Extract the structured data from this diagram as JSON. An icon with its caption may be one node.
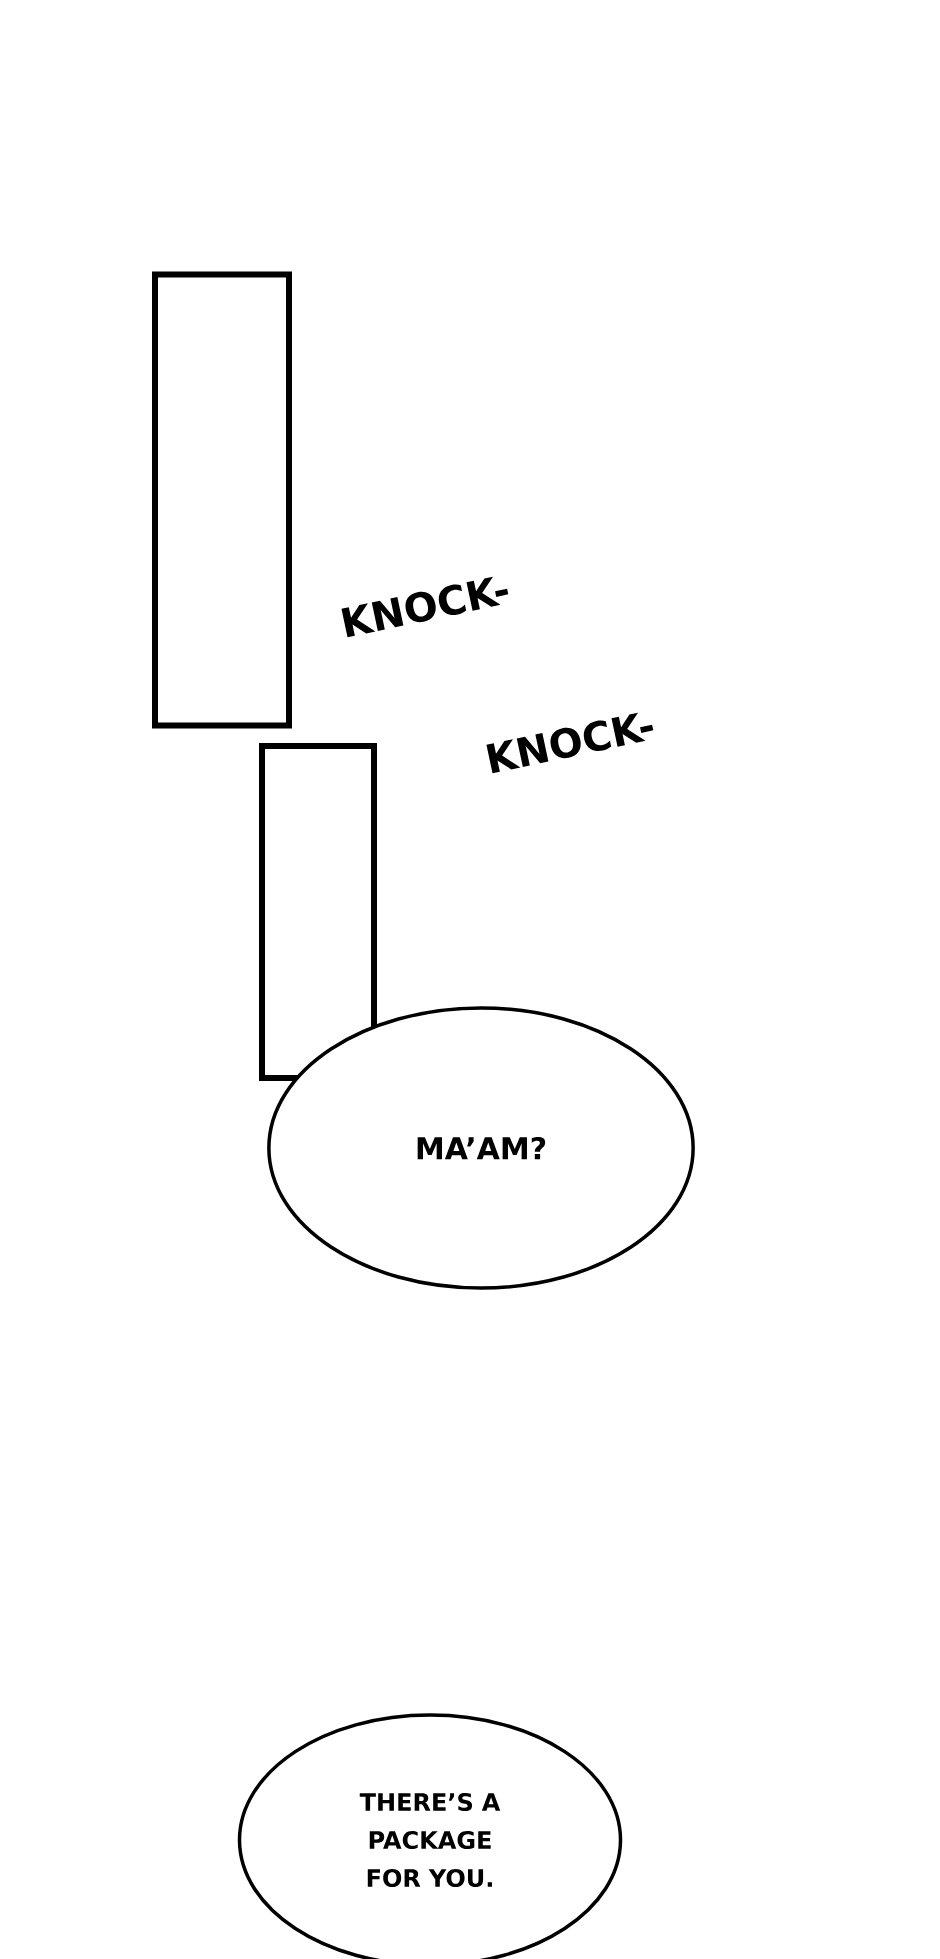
{
  "diagram": {
    "nodes": [
      {
        "text": [],
        "shape": "box"
      },
      {
        "text": [],
        "shape": "box"
      },
      {
        "text": [
          "MA’AM?"
        ]
      },
      {
        "text": [
          "THERE’S A PACKAGE FOR YOU."
        ]
      }
    ],
    "labels": [
      "KNOCK-",
      "KNOCK-"
    ]
  }
}
